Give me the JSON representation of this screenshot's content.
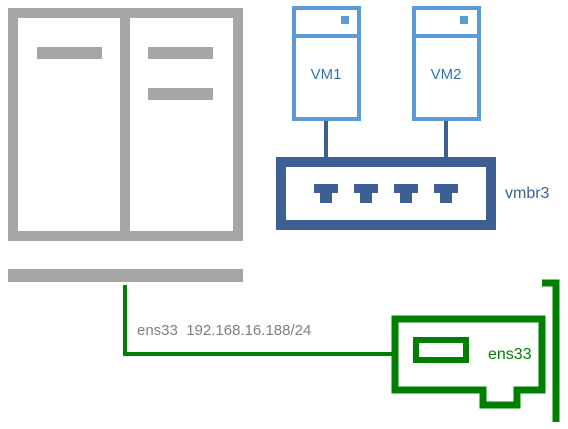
{
  "vms": [
    {
      "label": "VM1"
    },
    {
      "label": "VM2"
    }
  ],
  "bridge": {
    "label": "vmbr3",
    "port_count": 4
  },
  "host_interface": {
    "label": "ens33  192.168.16.188/24"
  },
  "nic": {
    "label": "ens33"
  },
  "colors": {
    "host": "#a6a6a6",
    "vm": "#5b9bd5",
    "vm_text": "#2e75b6",
    "bridge": "#3d5f94",
    "nic": "#008000",
    "link_text": "#7f7f7f"
  }
}
